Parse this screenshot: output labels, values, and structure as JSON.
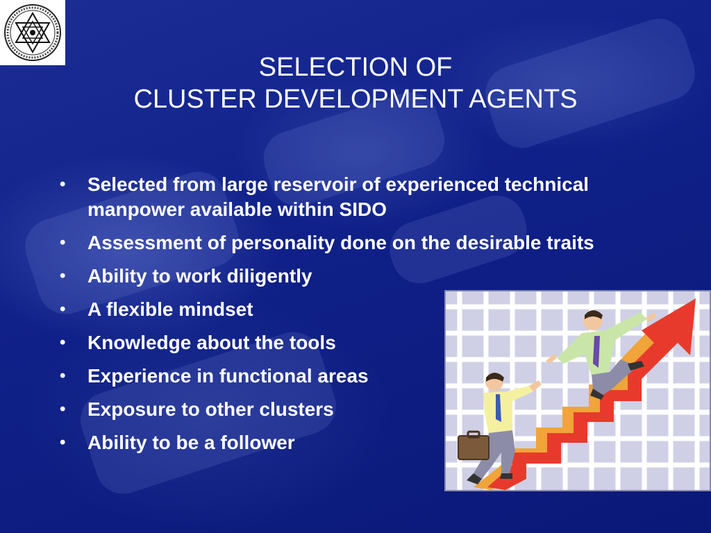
{
  "slide": {
    "title_line1": "SELECTION OF",
    "title_line2": "CLUSTER DEVELOPMENT AGENTS",
    "bullet_glyph": "•",
    "bullets": [
      "Selected from large reservoir of experienced technical manpower available within SIDO",
      "Assessment of personality done on the desirable traits",
      "Ability to work diligently",
      "A flexible mindset",
      "Knowledge about the tools",
      "Experience in functional areas",
      "Exposure to other clusters",
      "Ability to be a follower"
    ]
  },
  "logo": {
    "icon": "star-of-david-emblem-icon"
  },
  "clipart": {
    "icon": "businessmen-climbing-arrow-icon"
  },
  "colors": {
    "background": "#0f2088",
    "text": "#ffffff",
    "arrow": "#e83a2c",
    "grid_bg": "#cfd0e6"
  }
}
